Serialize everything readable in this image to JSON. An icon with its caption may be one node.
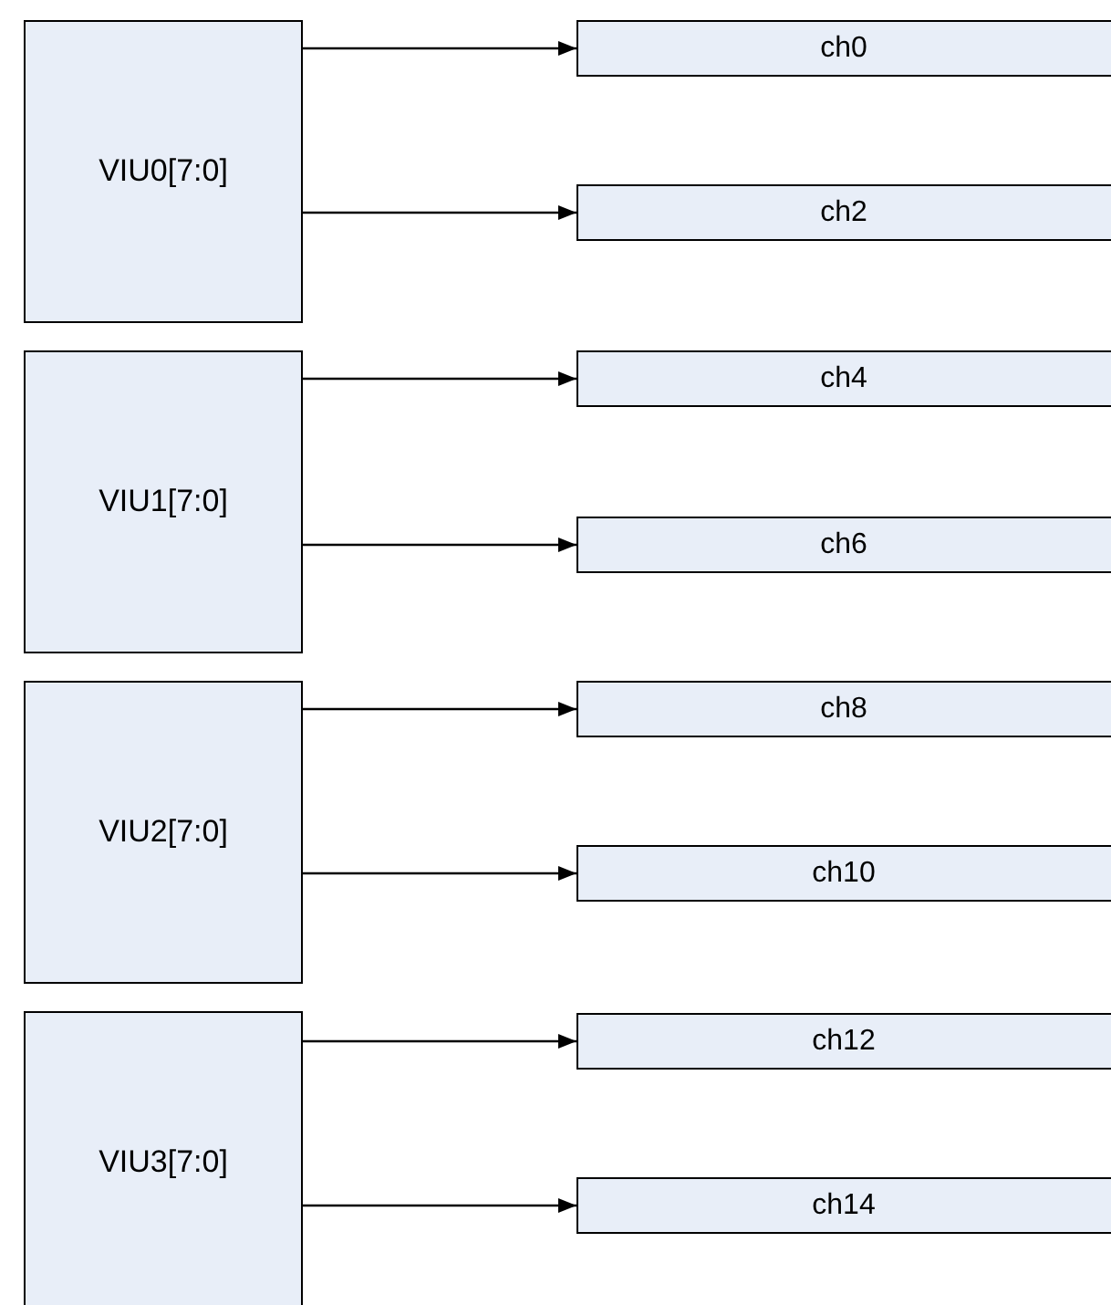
{
  "diagram": {
    "nodes": [
      {
        "text": [
          "VIU0[7:0]"
        ]
      },
      {
        "text": [
          "ch0"
        ]
      },
      {
        "text": [
          "ch2"
        ]
      },
      {
        "text": [
          "VIU1[7:0]"
        ]
      },
      {
        "text": [
          "ch4"
        ]
      },
      {
        "text": [
          "ch6"
        ]
      },
      {
        "text": [
          "VIU2[7:0]"
        ]
      },
      {
        "text": [
          "ch8"
        ]
      },
      {
        "text": [
          "ch10"
        ]
      },
      {
        "text": [
          "VIU3[7:0]"
        ]
      },
      {
        "text": [
          "ch12"
        ]
      },
      {
        "text": [
          "ch14"
        ]
      }
    ],
    "edges": [
      {
        "from": 0,
        "to": 1,
        "arrow": "to"
      },
      {
        "from": 0,
        "to": 2,
        "arrow": "to"
      },
      {
        "from": 3,
        "to": 4,
        "arrow": "to"
      },
      {
        "from": 3,
        "to": 5,
        "arrow": "to"
      },
      {
        "from": 6,
        "to": 7,
        "arrow": "to"
      },
      {
        "from": 6,
        "to": 8,
        "arrow": "to"
      },
      {
        "from": 9,
        "to": 10,
        "arrow": "to"
      },
      {
        "from": 9,
        "to": 11,
        "arrow": "to"
      }
    ]
  }
}
